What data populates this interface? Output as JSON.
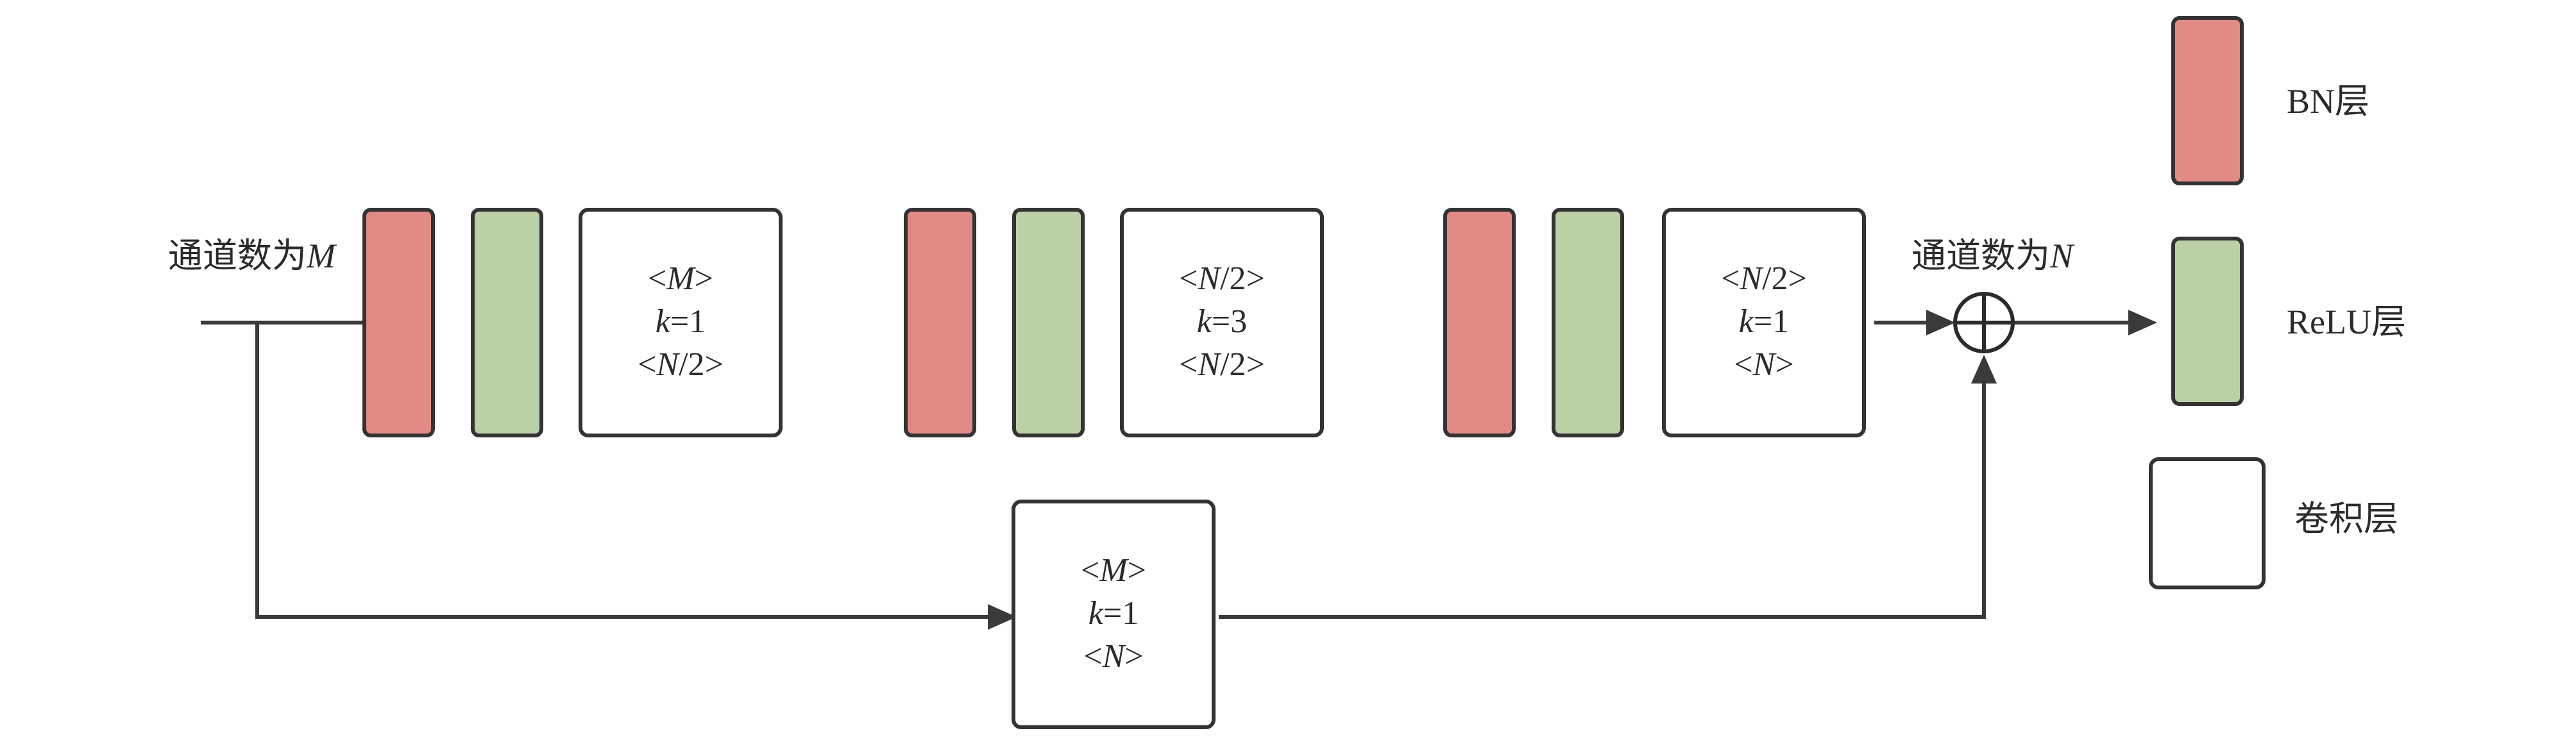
{
  "colors": {
    "bn": "#e28a86",
    "relu": "#bcd0a8",
    "conv": "#ffffff",
    "stroke": "#333333",
    "line": "#3a3a3a"
  },
  "labels": {
    "input_prefix": "通道数为",
    "input_var": "M",
    "output_prefix": "通道数为",
    "output_var": "N"
  },
  "conv_blocks": {
    "conv1": {
      "in_var": "M",
      "in_suffix": "",
      "k": "1",
      "out_var": "N",
      "out_suffix": "/2"
    },
    "conv2": {
      "in_var": "N",
      "in_suffix": "/2",
      "k": "3",
      "out_var": "N",
      "out_suffix": "/2"
    },
    "conv3": {
      "in_var": "N",
      "in_suffix": "/2",
      "k": "1",
      "out_var": "N",
      "out_suffix": ""
    },
    "skip": {
      "in_var": "M",
      "in_suffix": "",
      "k": "1",
      "out_var": "N",
      "out_suffix": ""
    }
  },
  "legend": {
    "bn": "BN层",
    "relu": "ReLU层",
    "conv": "卷积层"
  }
}
